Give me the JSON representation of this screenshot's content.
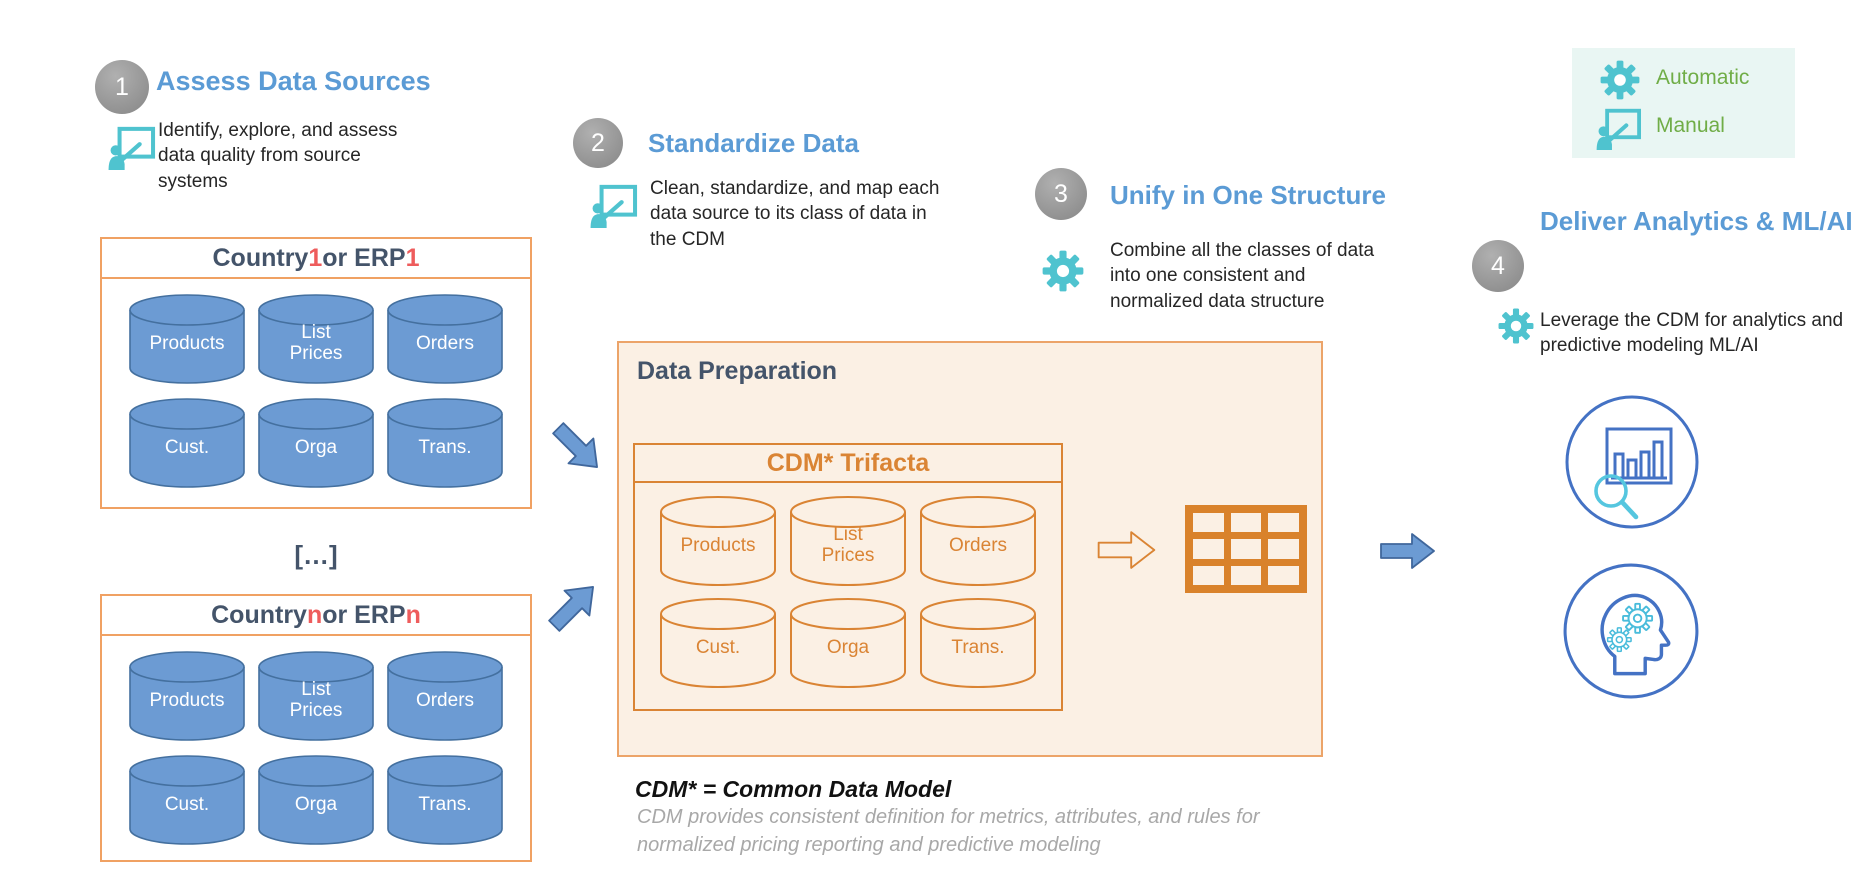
{
  "legend": {
    "items": [
      {
        "icon": "gear-icon",
        "label": "Automatic"
      },
      {
        "icon": "presenter-icon",
        "label": "Manual"
      }
    ]
  },
  "steps": [
    {
      "number": "1",
      "title": "Assess Data Sources",
      "description": "Identify, explore, and assess data quality from source systems",
      "mode": "manual"
    },
    {
      "number": "2",
      "title": "Standardize Data",
      "description": "Clean, standardize, and map each data source to its class of data in the CDM",
      "mode": "manual"
    },
    {
      "number": "3",
      "title": "Unify in One Structure",
      "description": "Combine all the classes of data into one consistent and normalized data structure",
      "mode": "automatic"
    },
    {
      "number": "4",
      "title": "Deliver Analytics & ML/AI",
      "description": "Leverage the CDM for analytics and predictive modeling ML/AI",
      "mode": "automatic"
    }
  ],
  "source_boxes": {
    "box1": {
      "parts": [
        "Country ",
        "1",
        " or ERP ",
        "1"
      ]
    },
    "ellipsis": "[…]",
    "boxn": {
      "parts": [
        "Country ",
        "n",
        " or ERP ",
        "n"
      ]
    }
  },
  "cylinder_labels": [
    "Products",
    "List\nPrices",
    "Orders",
    "Cust.",
    "Orga",
    "Trans."
  ],
  "data_preparation": {
    "title": "Data Preparation",
    "cdm_title": "CDM* Trifacta"
  },
  "footnote": {
    "heading": "CDM* = Common Data Model",
    "line1": "CDM provides consistent definition for metrics, attributes, and rules for",
    "line2": "normalized pricing reporting and predictive modeling"
  },
  "colors": {
    "step_title_blue": "#5B9BD5",
    "dark_slate": "#44546A",
    "accent_red": "#EE5C5C",
    "cylinder_blue": "#6C9BD3",
    "orange": "#DA8434",
    "orange_border_light": "#F0A163",
    "cream": "#FBF0E4",
    "teal": "#4FC3CF",
    "green": "#70AD47",
    "circle_blue": "#4472C4",
    "grey_badge": "#969696",
    "footnote_grey": "#A8A8A8"
  }
}
